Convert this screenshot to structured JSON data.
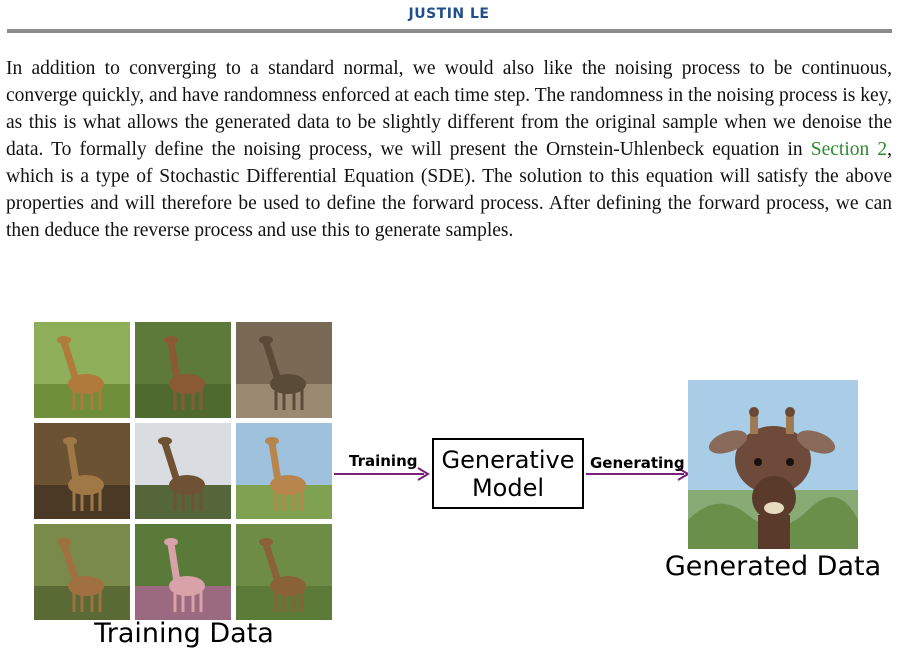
{
  "header": {
    "author": "JUSTIN LE"
  },
  "body": {
    "text_before_link": "In addition to converging to a standard normal, we would also like the noising process to be continuous, converge quickly, and have randomness enforced at each time step. The randomness in the noising process is key, as this is what allows the generated data to be slightly different from the original sample when we denoise the data. To formally define the noising process, we will present the Ornstein-Uhlenbeck equation in ",
    "link_text": "Section 2",
    "text_after_link": ", which is a type of Stochastic Differential Equation (SDE). The solution to this equation will satisfy the above properties and will therefore be used to define the forward process. After defining the forward process, we can then deduce the reverse process and use this to generate samples."
  },
  "figure": {
    "training_caption": "Training Data",
    "training_arrow_label": "Training",
    "model_label": "Generative Model",
    "generating_arrow_label": "Generating",
    "generated_caption": "Generated Data",
    "arrow_color": "#7a1f7a",
    "link_color": "#2d8a2d",
    "tiles": [
      {
        "sky": "#8fae5a",
        "ground": "#6f8f3a",
        "animal": "#b07a3c"
      },
      {
        "sky": "#5d7a3a",
        "ground": "#4f6a2f",
        "animal": "#8a5a35"
      },
      {
        "sky": "#7a6a55",
        "ground": "#9a8a72",
        "animal": "#5a4a38"
      },
      {
        "sky": "#6a5232",
        "ground": "#4a3a25",
        "animal": "#a07845"
      },
      {
        "sky": "#d9dde2",
        "ground": "#55663a",
        "animal": "#6e5233"
      },
      {
        "sky": "#9ec1de",
        "ground": "#7ea24f",
        "animal": "#b8864d"
      },
      {
        "sky": "#7a8a4a",
        "ground": "#5a6a35",
        "animal": "#a07040"
      },
      {
        "sky": "#5a7a3a",
        "ground": "#9c6a80",
        "animal": "#d8a2a8"
      },
      {
        "sky": "#6e8c46",
        "ground": "#5c7a38",
        "animal": "#8a6238"
      }
    ]
  }
}
